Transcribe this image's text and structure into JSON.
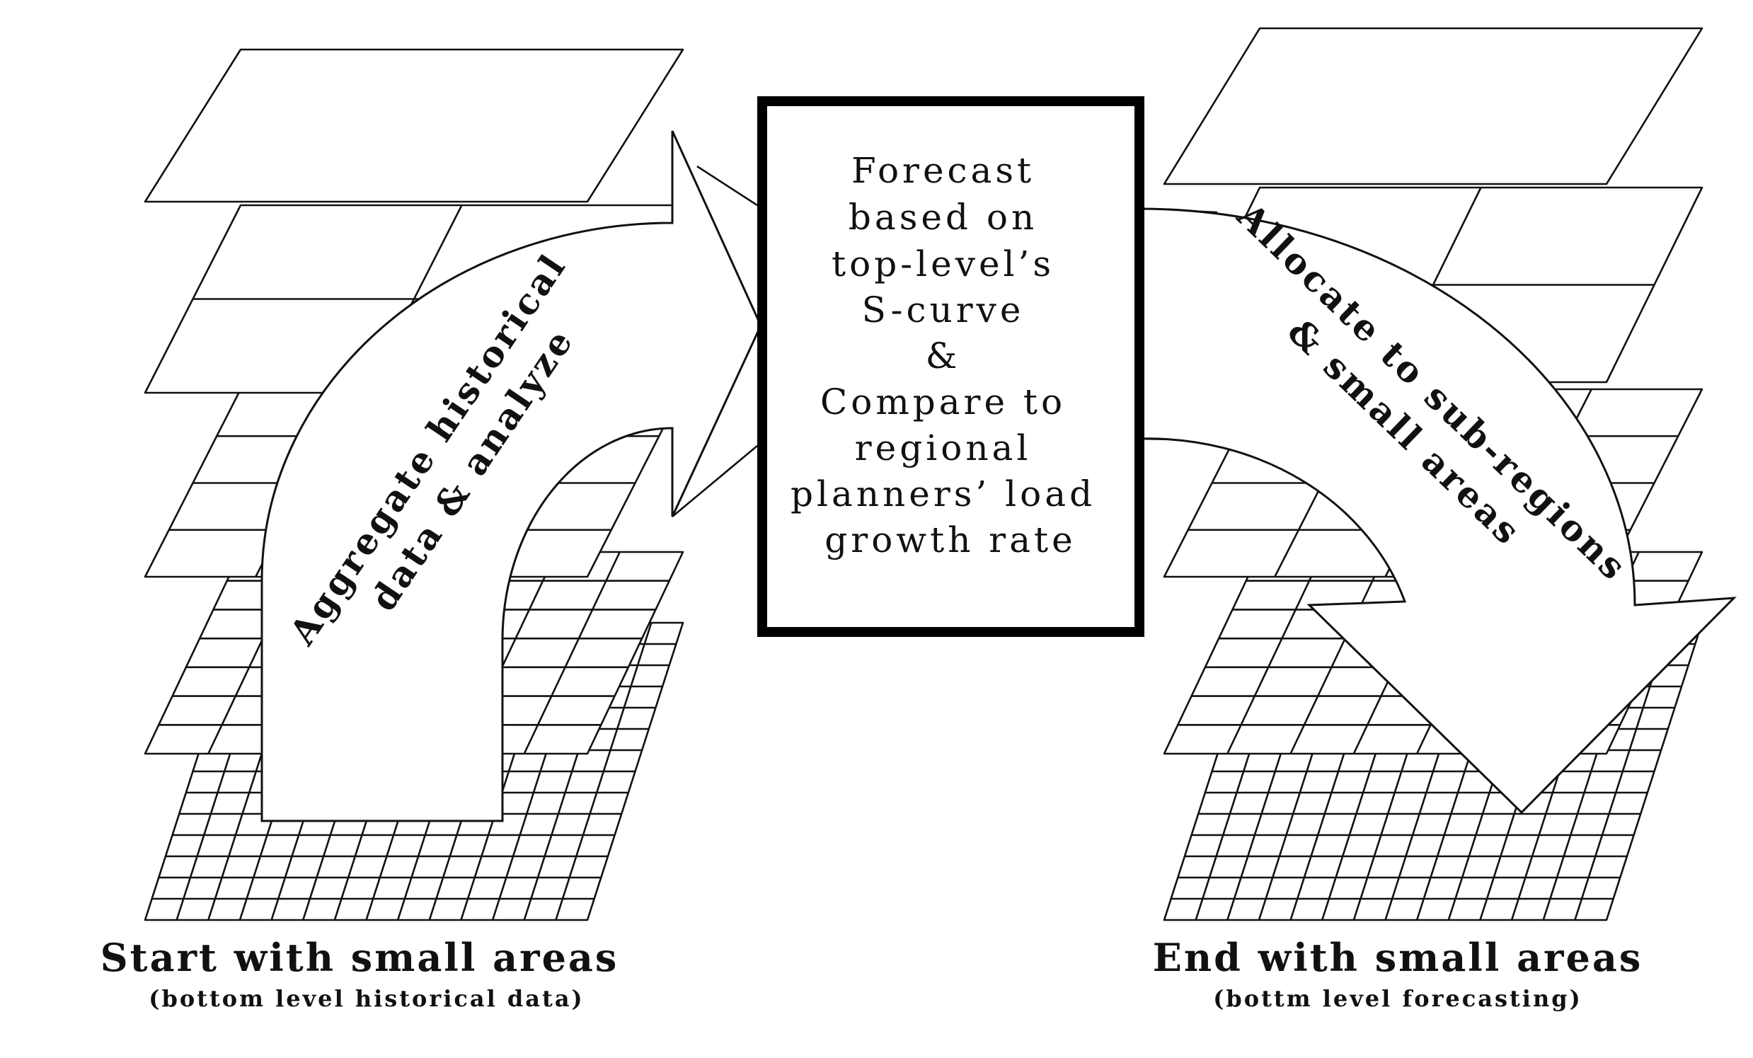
{
  "center_box": {
    "lines": [
      "Forecast",
      "based on",
      "top-level’s",
      "S-curve",
      "&",
      "Compare to",
      "regional",
      "planners’ load",
      "growth rate"
    ]
  },
  "left_arrow": {
    "line1": "Aggregate historical",
    "line2": "data & analyze"
  },
  "right_arrow": {
    "line1": "Allocate to sub-regions",
    "line2": "& small areas"
  },
  "left_caption": {
    "title": "Start with small areas",
    "subtitle": "(bottom level historical data)"
  },
  "right_caption": {
    "title": "End with small areas",
    "subtitle": "(bottm level forecasting)"
  }
}
